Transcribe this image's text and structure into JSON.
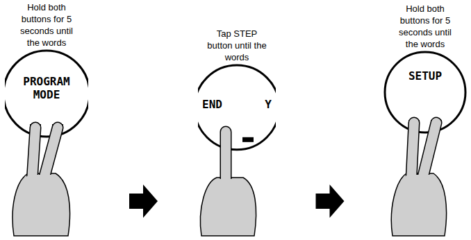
{
  "diagram": {
    "nodes": [
      {
        "text": [
          "Hold both buttons for 5 seconds until the words",
          "PROGRAM MODE"
        ]
      },
      {
        "text": [
          "Tap STEP button until the words",
          "END",
          "Y"
        ]
      },
      {
        "text": [
          "Hold both buttons for 5 seconds until the words",
          "SETUP"
        ]
      }
    ],
    "edges": [
      {
        "from": 0,
        "to": 1,
        "arrow": "to"
      },
      {
        "from": 1,
        "to": 2,
        "arrow": "to"
      }
    ]
  }
}
